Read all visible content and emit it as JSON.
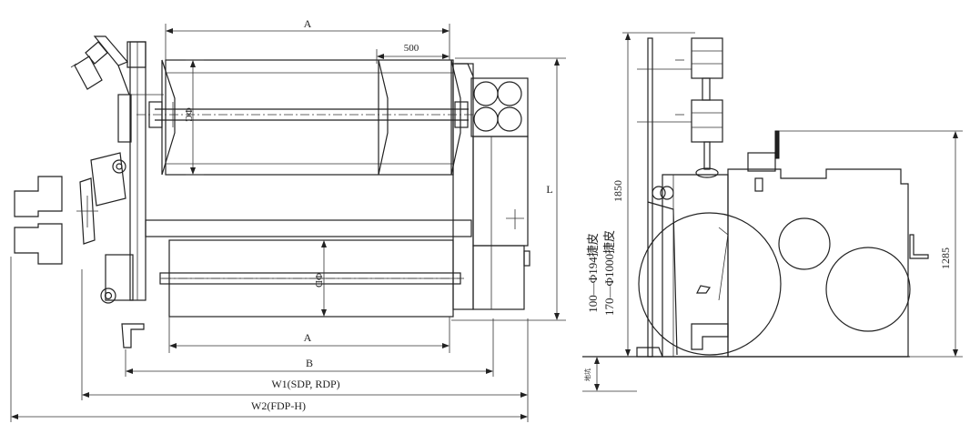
{
  "front_view": {
    "dim_A_top": "A",
    "dim_500": "500",
    "dim_phiC": "ΦC",
    "dim_phiD": "ΦD",
    "dim_L": "L",
    "dim_A_bottom": "A",
    "dim_B": "B",
    "dim_W1": "W1(SDP, RDP)",
    "dim_W2": "W2(FDP-H)"
  },
  "side_view": {
    "dim_1850": "1850",
    "dim_1285": "1285",
    "range_line1": "100—Φ194捷皮",
    "range_line2": "170—Φ1000捷皮",
    "small_note": "地坑"
  }
}
